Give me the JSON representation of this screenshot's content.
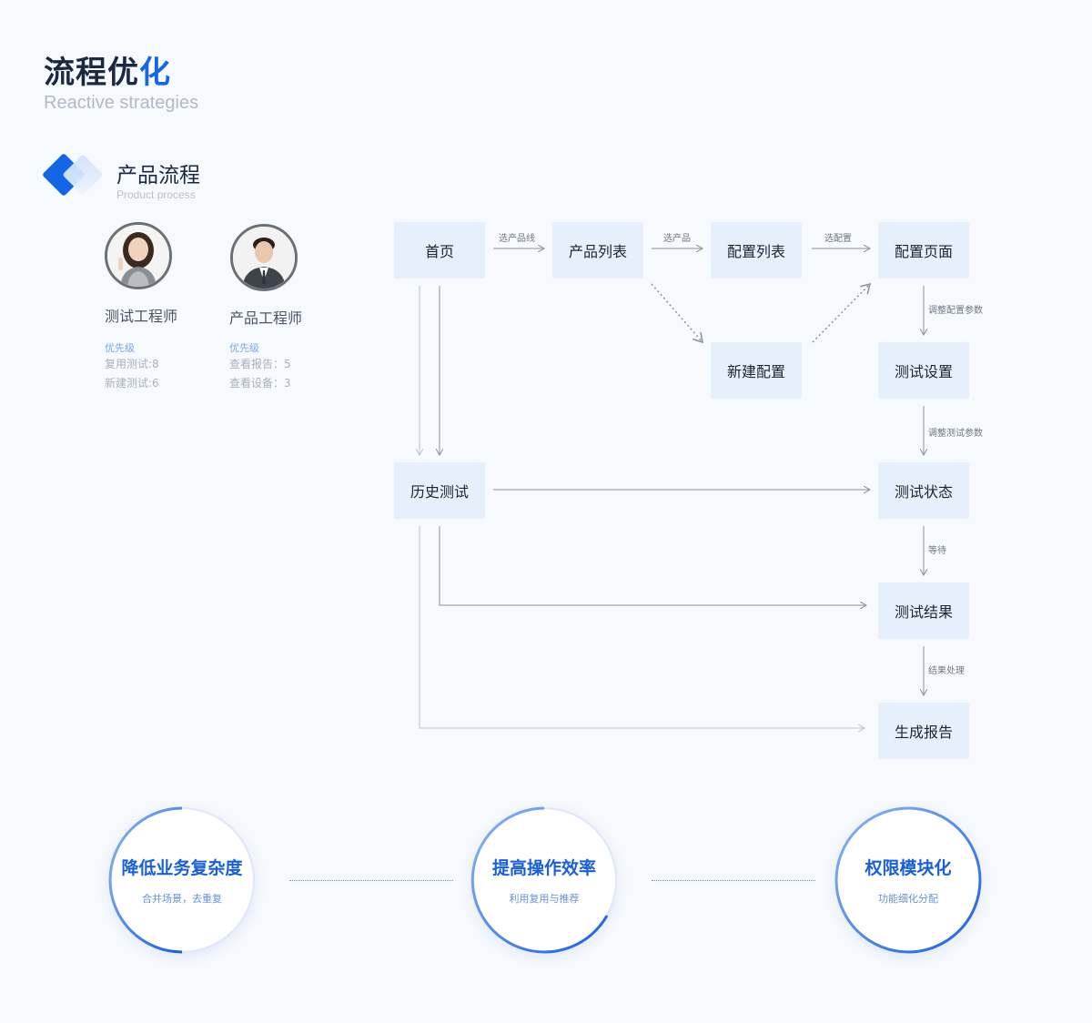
{
  "header": {
    "title_main": "流程优",
    "title_accent": "化",
    "subtitle": "Reactive strategies"
  },
  "section": {
    "title": "产品流程",
    "subtitle": "Product process"
  },
  "personas": [
    {
      "role": "测试工程师",
      "priority": "优先级",
      "line1": "复用测试:8",
      "line2": "新建测试:6"
    },
    {
      "role": "产品工程师",
      "priority": "优先级",
      "line1": "查看报告：5",
      "line2": "查看设备：3"
    }
  ],
  "nodes": {
    "home": "首页",
    "product_list": "产品列表",
    "config_list": "配置列表",
    "config_page": "配置页面",
    "new_config": "新建配置",
    "test_settings": "测试设置",
    "history": "历史测试",
    "test_status": "测试状态",
    "test_result": "测试结果",
    "report": "生成报告"
  },
  "edges": {
    "select_line": "选产品线",
    "select_product": "选产品",
    "select_config": "选配置",
    "adjust_config": "调整配置参数",
    "adjust_test": "调整测试参数",
    "wait": "等待",
    "process_result": "结果处理"
  },
  "benefits": [
    {
      "title": "降低业务复杂度",
      "subtitle": "合并场景，去重复"
    },
    {
      "title": "提高操作效率",
      "subtitle": "利用复用与推荐"
    },
    {
      "title": "权限模块化",
      "subtitle": "功能细化分配"
    }
  ],
  "colors": {
    "accent": "#1466e6",
    "node_bg": "#e6effb",
    "background": "#f6f9fd"
  }
}
